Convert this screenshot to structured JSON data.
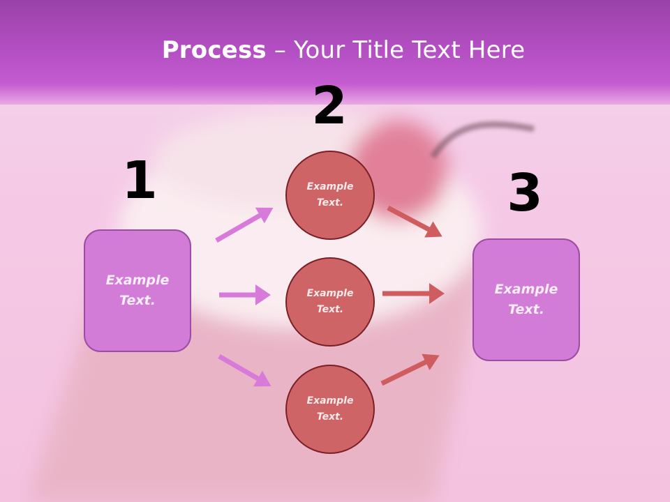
{
  "title": {
    "bold": "Process",
    "rest": " – Your Title Text Here"
  },
  "steps": {
    "one": "1",
    "two": "2",
    "three": "3"
  },
  "left_box": {
    "line1": "Example",
    "line2": "Text."
  },
  "right_box": {
    "line1": "Example",
    "line2": "Text."
  },
  "circles": [
    {
      "line1": "Example",
      "line2": "Text."
    },
    {
      "line1": "Example",
      "line2": "Text."
    },
    {
      "line1": "Example",
      "line2": "Text."
    }
  ],
  "colors": {
    "header": "#b24ec2",
    "box_fill": "#d27cd8",
    "circle_fill": "#cf6466",
    "arrow_left": "#d77ad9",
    "arrow_right": "#cf5d5f"
  }
}
